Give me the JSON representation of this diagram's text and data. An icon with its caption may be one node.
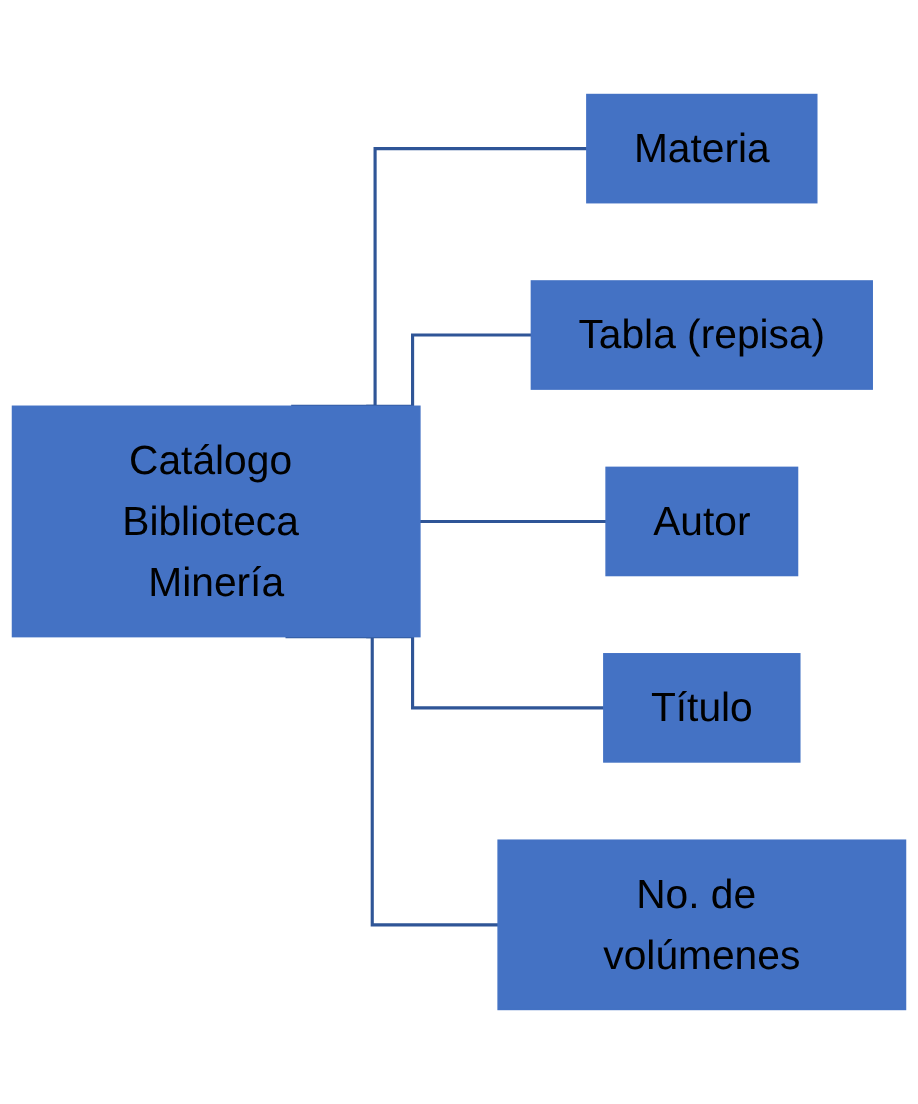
{
  "diagram": {
    "nodes": [
      {
        "text": [
          "Catálogo Biblioteca Minería"
        ]
      },
      {
        "text": [
          "Materia"
        ]
      },
      {
        "text": [
          "Tabla (repisa)"
        ]
      },
      {
        "text": [
          "Autor"
        ]
      },
      {
        "text": [
          "Título"
        ]
      },
      {
        "text": [
          "No. de volúmenes"
        ]
      }
    ],
    "edges": [
      {
        "from": 0,
        "to": 1,
        "arrow": "none"
      },
      {
        "from": 0,
        "to": 2,
        "arrow": "none"
      },
      {
        "from": 0,
        "to": 3,
        "arrow": "none"
      },
      {
        "from": 0,
        "to": 4,
        "arrow": "none"
      },
      {
        "from": 0,
        "to": 5,
        "arrow": "none"
      }
    ]
  }
}
